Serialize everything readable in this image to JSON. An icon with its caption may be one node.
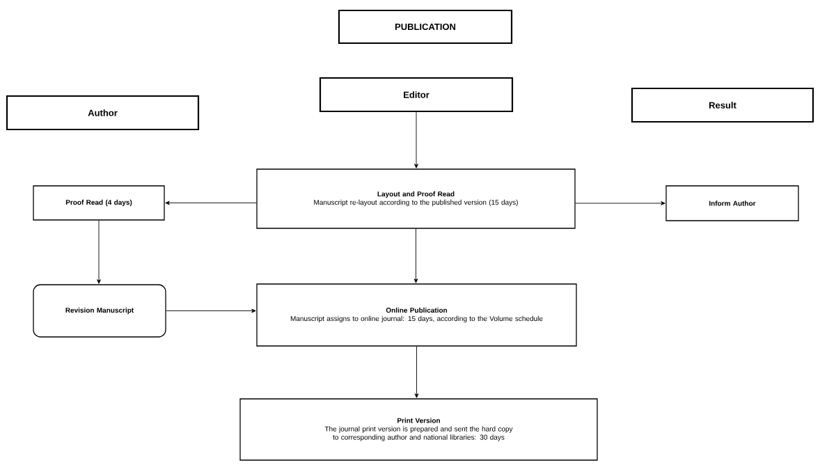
{
  "diagram": {
    "nodes": [
      {
        "text": [
          "PUBLICATION"
        ]
      },
      {
        "text": [
          "Editor"
        ]
      },
      {
        "text": [
          "Author"
        ]
      },
      {
        "text": [
          "Result"
        ]
      },
      {
        "text": [
          "Layout and Proof Read",
          "Manuscript re-layout according to the published version (15 days)"
        ]
      },
      {
        "text": [
          "Proof Read (4 days)"
        ]
      },
      {
        "text": [
          "Inform Author"
        ]
      },
      {
        "text": [
          "Revision Manuscript"
        ]
      },
      {
        "text": [
          "Online Publication",
          "Manuscript assigns to online journal: 15 days, according to the Volume schedule"
        ]
      },
      {
        "text": [
          "Print Version",
          "The journal print version is prepared and sent the hard copy to corresponding author and national libraries: 30 days"
        ]
      }
    ],
    "edges": [
      {
        "from": 1,
        "to": 4,
        "arrow": "to"
      },
      {
        "from": 4,
        "to": 5,
        "arrow": "to"
      },
      {
        "from": 4,
        "to": 6,
        "arrow": "to"
      },
      {
        "from": 5,
        "to": 7,
        "arrow": "to"
      },
      {
        "from": 7,
        "to": 8,
        "arrow": "to"
      },
      {
        "from": 4,
        "to": 8,
        "arrow": "to"
      },
      {
        "from": 8,
        "to": 9,
        "arrow": "to"
      }
    ]
  }
}
